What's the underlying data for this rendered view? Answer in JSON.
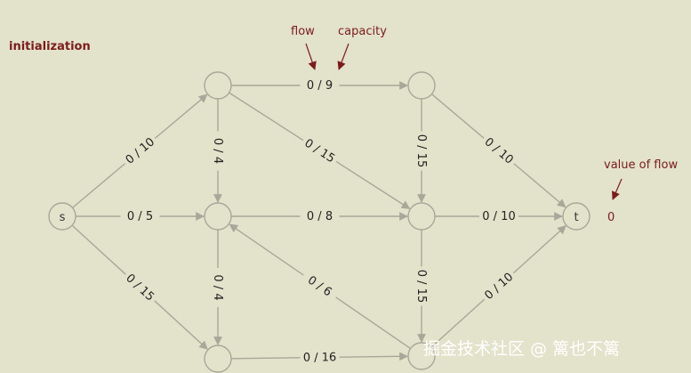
{
  "title": "initialization",
  "annotations": {
    "flow": "flow",
    "capacity": "capacity",
    "value_of_flow": "value of flow",
    "value": "0"
  },
  "colors": {
    "background": "#e3e2cb",
    "edge": "#a8a89a",
    "node_stroke": "#a8a89a",
    "annotation": "#7a1c1c"
  },
  "nodes": [
    {
      "id": "s",
      "label": "s"
    },
    {
      "id": "a",
      "label": ""
    },
    {
      "id": "b",
      "label": ""
    },
    {
      "id": "c",
      "label": ""
    },
    {
      "id": "d",
      "label": ""
    },
    {
      "id": "e",
      "label": ""
    },
    {
      "id": "f",
      "label": ""
    },
    {
      "id": "t",
      "label": "t"
    }
  ],
  "edges": [
    {
      "from": "s",
      "to": "a",
      "label": "0 / 10"
    },
    {
      "from": "s",
      "to": "b",
      "label": "0 / 5"
    },
    {
      "from": "s",
      "to": "c",
      "label": "0 / 15"
    },
    {
      "from": "a",
      "to": "d",
      "label": "0 / 9"
    },
    {
      "from": "a",
      "to": "b",
      "label": "0 / 4"
    },
    {
      "from": "a",
      "to": "e",
      "label": "0 / 15"
    },
    {
      "from": "b",
      "to": "e",
      "label": "0 / 8"
    },
    {
      "from": "b",
      "to": "c",
      "label": "0 / 4"
    },
    {
      "from": "d",
      "to": "e",
      "label": "0 / 15"
    },
    {
      "from": "d",
      "to": "t",
      "label": "0 / 10"
    },
    {
      "from": "e",
      "to": "t",
      "label": "0 / 10"
    },
    {
      "from": "e",
      "to": "f",
      "label": "0 / 15"
    },
    {
      "from": "f",
      "to": "b",
      "label": "0 / 6"
    },
    {
      "from": "c",
      "to": "f",
      "label": "0 / 16"
    },
    {
      "from": "f",
      "to": "t",
      "label": "0 / 10"
    }
  ],
  "watermark": "掘金技术社区 @ 篱也不篱"
}
